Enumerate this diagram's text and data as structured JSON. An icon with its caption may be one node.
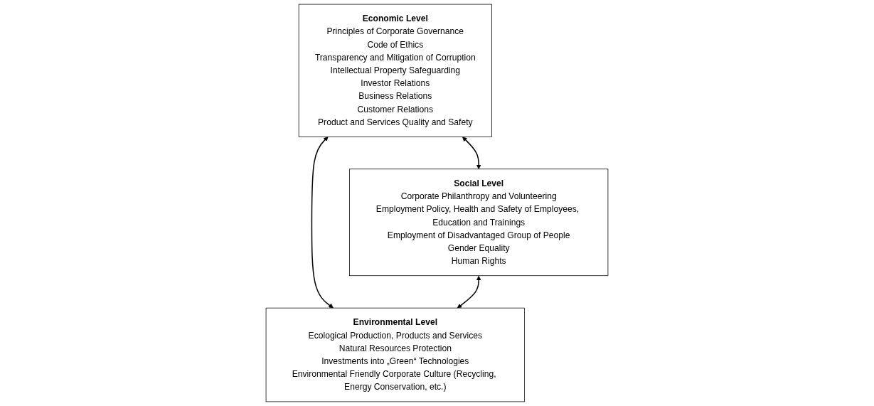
{
  "diagram": {
    "nodes": [
      {
        "text": [
          "Economic Level",
          "Principles of Corporate Governance",
          "Code of Ethics",
          "Transparency and Mitigation of Corruption",
          "Intellectual Property Safeguarding",
          "Investor Relations",
          "Business Relations",
          "Customer Relations",
          "Product and Services Quality and Safety"
        ]
      },
      {
        "text": [
          "Social Level",
          "Corporate Philanthropy and Volunteering",
          "Employment Policy, Health and Safety of Employees, Education and Trainings",
          "Employment of Disadvantaged Group of People",
          "Gender Equality",
          "Human Rights"
        ]
      },
      {
        "text": [
          "Environmental Level",
          "Ecological Production, Products and Services",
          "Natural Resources Protection",
          "Investments into „Green“ Technologies",
          "Environmental Friendly Corporate Culture (Recycling, Energy Conservation, etc.)"
        ]
      }
    ],
    "edges": [
      {
        "from": 0,
        "to": 1,
        "arrow": "both"
      },
      {
        "from": 0,
        "to": 2,
        "arrow": "both"
      },
      {
        "from": 1,
        "to": 2,
        "arrow": "both"
      }
    ]
  }
}
